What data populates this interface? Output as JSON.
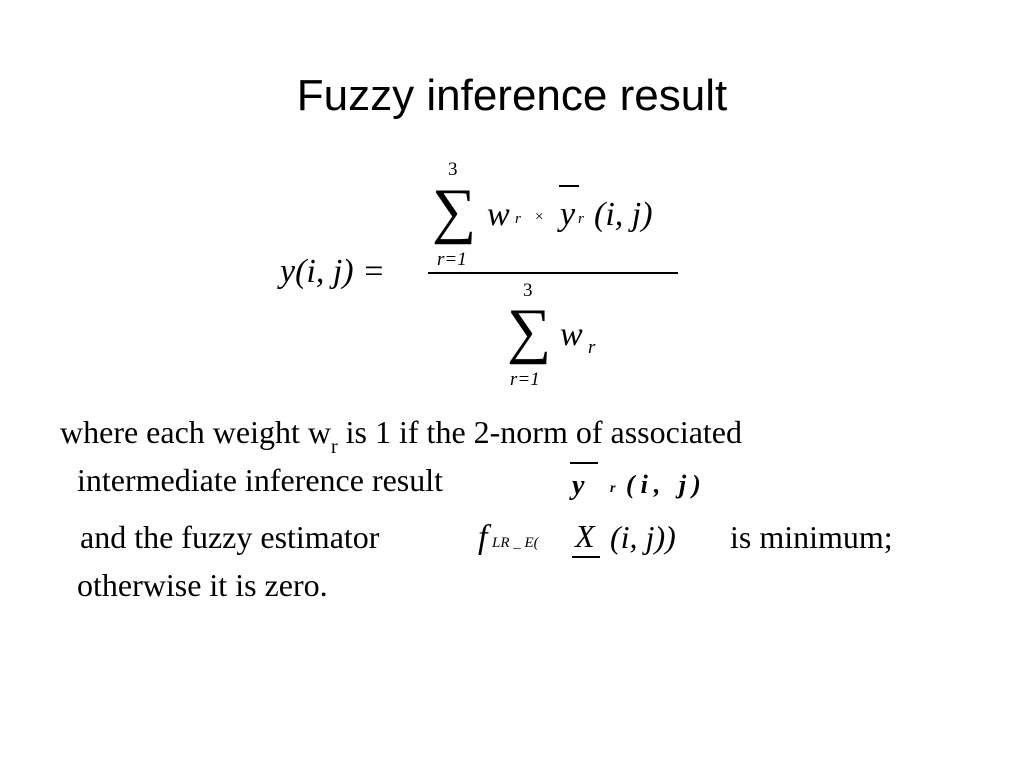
{
  "slide": {
    "title": "Fuzzy inference result"
  },
  "formula": {
    "lhs": "y(i, j) =",
    "num_sum_upper": "3",
    "num_sum_lower": "r=1",
    "sigma": "∑",
    "num_w": "w",
    "num_w_sub": "r",
    "times": "×",
    "num_y": "y",
    "num_y_sub": "r",
    "num_args": "(i, j)",
    "den_sum_upper": "3",
    "den_sum_lower": "r=1",
    "den_w": "w",
    "den_w_sub": "r"
  },
  "text": {
    "line1_a": "where each weight w",
    "line1_sub": "r",
    "line1_b": " is 1 if the 2-norm of associated",
    "line2": "intermediate inference result",
    "inline_y": "y",
    "inline_y_sub": "r",
    "inline_y_args": "(i, j)",
    "line3_a": "and the fuzzy estimator",
    "est_f": "f",
    "est_sub": "LR _ E(",
    "est_X": "X",
    "est_args": "(i, j))",
    "line3_b": "is minimum;",
    "line4": "otherwise it is zero."
  }
}
